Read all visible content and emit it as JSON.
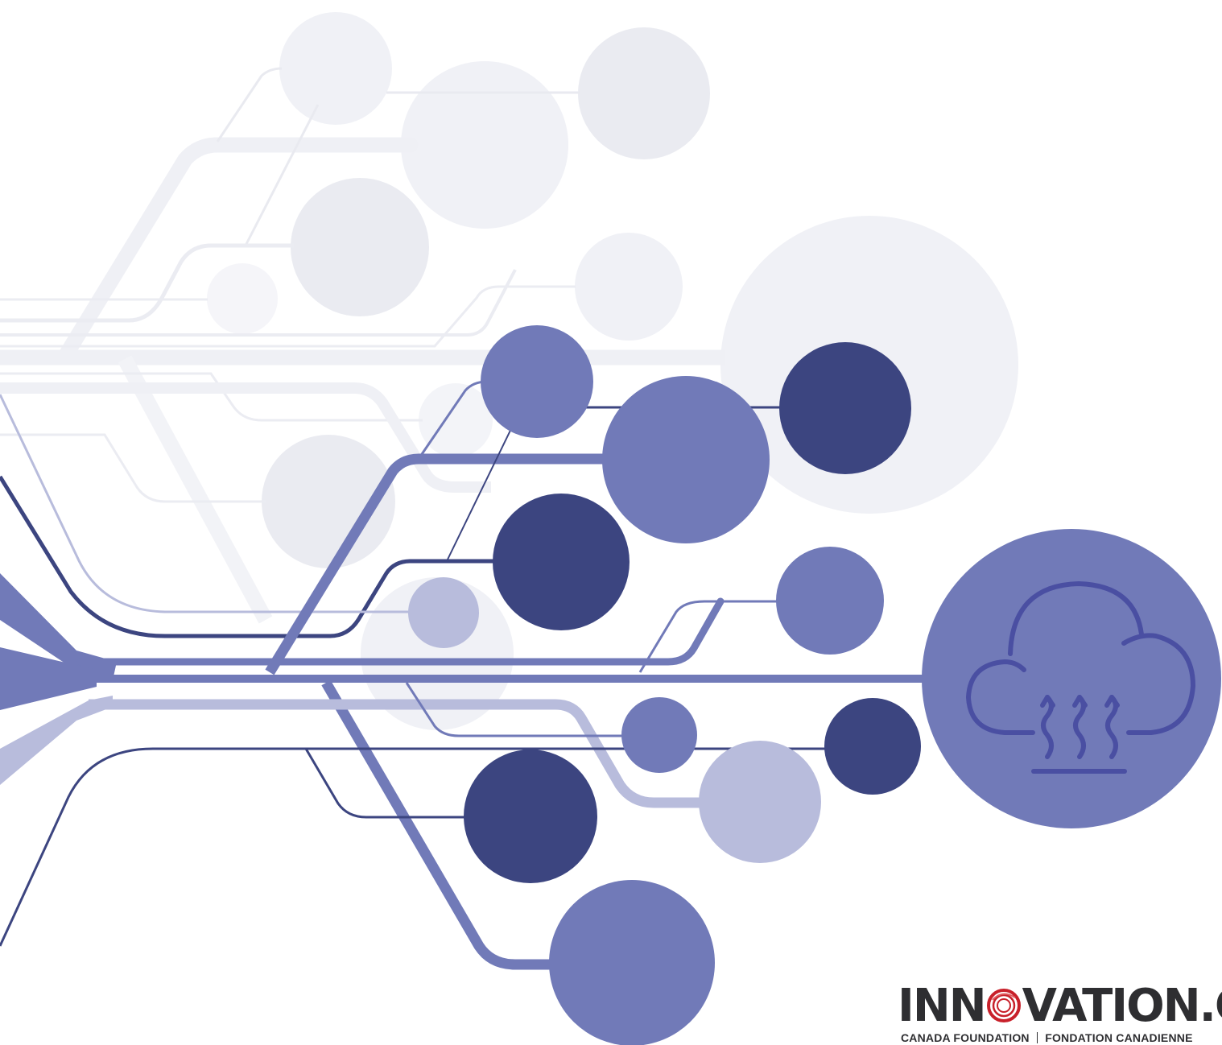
{
  "logo": {
    "word_part1": "INN",
    "word_part2": "VATION.CA",
    "tagline_left": "CANADA FOUNDATION",
    "tagline_right": "FONDATION CANADIENNE"
  },
  "icons": {
    "feature": "cloud-heat-icon",
    "logo_mark": "red-swirl-o-icon"
  },
  "colors": {
    "navy": "#3c4580",
    "purple": "#717ab8",
    "lavender": "#b8bcdc",
    "pale_gray": "#ebecf2",
    "pale_gray_light": "#f1f2f7",
    "icon_stroke": "#4a4fa2",
    "logo_text": "#2e2e31",
    "logo_red": "#c8202a"
  }
}
